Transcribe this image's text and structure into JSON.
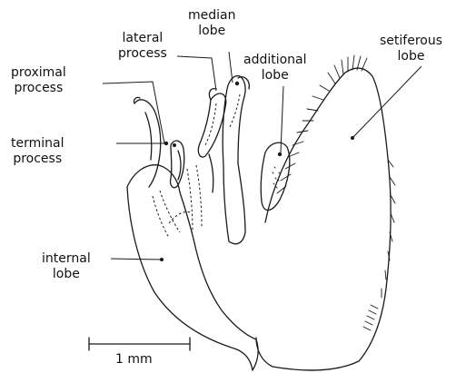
{
  "labels": {
    "median_lobe": [
      "median",
      "lobe"
    ],
    "lateral_process": [
      "lateral",
      "process"
    ],
    "additional_lobe": [
      "additional",
      "lobe"
    ],
    "setiferous_lobe": [
      "setiferous",
      "lobe"
    ],
    "proximal_process": [
      "proximal",
      "process"
    ],
    "terminal_process": [
      "terminal",
      "process"
    ],
    "internal_lobe": [
      "internal",
      "lobe"
    ]
  },
  "scale_bar": {
    "label": "1 mm"
  }
}
